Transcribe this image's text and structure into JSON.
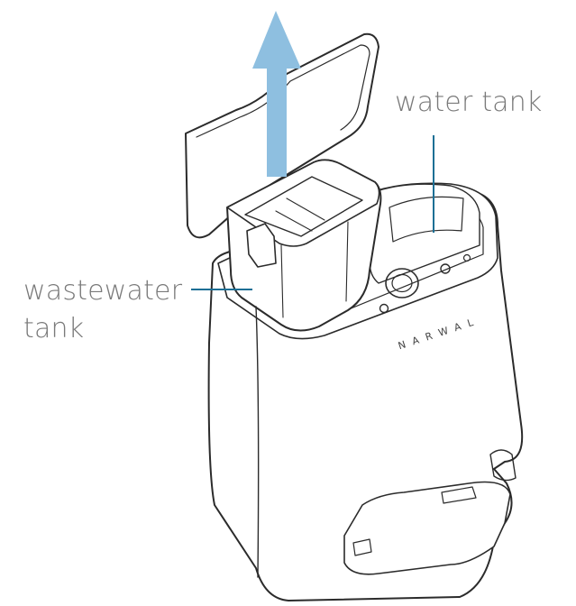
{
  "labels": {
    "water_tank": "water tank",
    "wastewater_line1": "wastewater",
    "wastewater_line2": "tank"
  },
  "brand": "NARWAL",
  "colors": {
    "arrow": "#8ebfe0",
    "leader": "#1d6f95",
    "outline": "#2b2b2b",
    "label_text": "#7a7a7a"
  },
  "icons": {
    "lift_arrow": "up-arrow-icon"
  }
}
